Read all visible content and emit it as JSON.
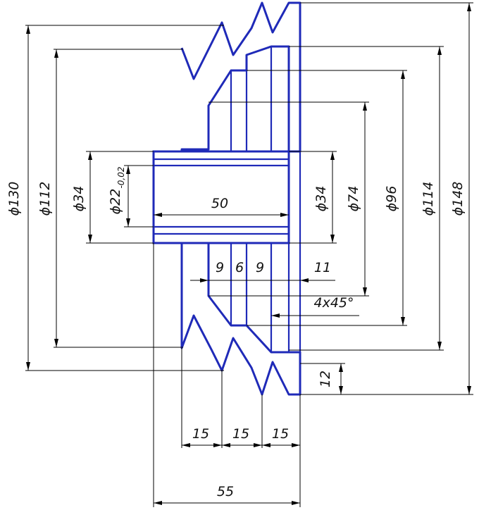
{
  "colors": {
    "outline": "#1f2ab8",
    "dimension": "#000000",
    "background": "#ffffff"
  },
  "dimensions": {
    "d130": "ϕ130",
    "d112": "ϕ112",
    "d34_left": "ϕ34",
    "d22": "ϕ22",
    "d22_tol": "-0,02",
    "len50": "50",
    "d34_right": "ϕ34",
    "d74": "ϕ74",
    "d96": "ϕ96",
    "d114": "ϕ114",
    "d148": "ϕ148",
    "g9a": "9",
    "g6": "6",
    "g9b": "9",
    "g11": "11",
    "chamfer": "4x45°",
    "h12": "12",
    "p15a": "15",
    "p15b": "15",
    "p15c": "15",
    "len55": "55"
  }
}
